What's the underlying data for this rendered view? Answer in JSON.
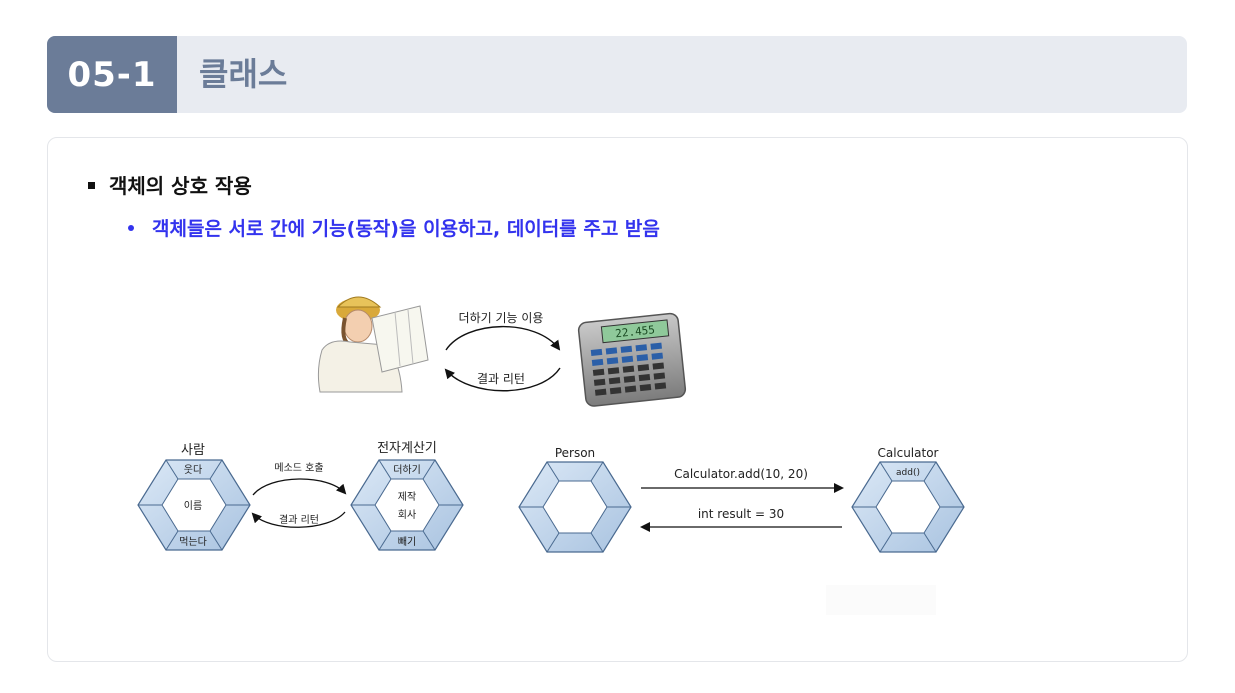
{
  "header": {
    "section_number": "05-1",
    "title": "클래스"
  },
  "bullet1": "객체의 상호 작용",
  "bullet2": "객체들은 서로 간에 기능(동작)을 이용하고, 데이터를 주고 받음",
  "top_diagram": {
    "upper_label": "더하기 기능 이용",
    "lower_label": "결과 리턴",
    "calc_display": "22.455"
  },
  "left_diagram": {
    "person_title": "사람",
    "person_top": "웃다",
    "person_center": "이름",
    "person_bottom": "먹는다",
    "call_label": "메소드 호출",
    "return_label": "결과 리턴",
    "calc_title": "전자계산기",
    "calc_top": "더하기",
    "calc_center_1": "제작",
    "calc_center_2": "회사",
    "calc_bottom": "빼기"
  },
  "right_diagram": {
    "person_title": "Person",
    "call_label": "Calculator.add(10, 20)",
    "return_label": "int result = 30",
    "calc_title": "Calculator",
    "calc_method": "add()"
  }
}
